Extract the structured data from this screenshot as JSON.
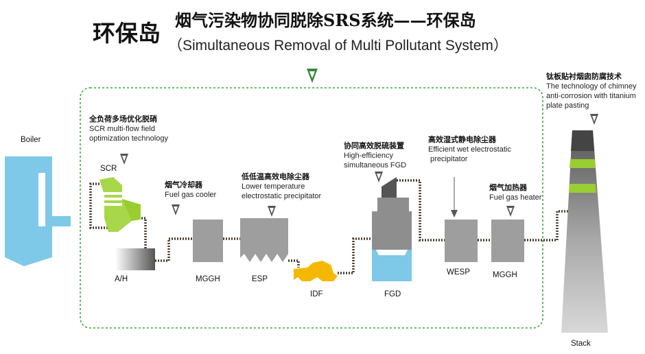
{
  "header": {
    "title_short": "环保岛",
    "title_cn": "烟气污染物协同脱除SRS系统——环保岛",
    "title_en": "（Simultaneous Removal of Multi Pollutant System）"
  },
  "colors": {
    "green_accent": "#9acd32",
    "dashed_border": "#3aa63a",
    "unit_gray": "#9e9e9e",
    "fgd_blue": "#7ec8e8",
    "idf_yellow": "#f5b800",
    "boiler_blue": "#7ec8e8",
    "duct": "#4a3a2a"
  },
  "units": {
    "boiler": "Boiler",
    "scr": "SCR",
    "ah": "A/H",
    "mggh1": "MGGH",
    "esp": "ESP",
    "idf": "IDF",
    "fgd": "FGD",
    "wesp": "WESP",
    "mggh2": "MGGH",
    "stack": "Stack"
  },
  "annotations": {
    "scr": {
      "cn": "全负荷多场优化脱硝",
      "en": [
        "SCR multi-flow field",
        "optimization technology"
      ]
    },
    "cooler": {
      "cn": "烟气冷却器",
      "en": [
        "Fuel gas cooler"
      ]
    },
    "esp": {
      "cn": "低低温高效电除尘器",
      "en": [
        "Lower temperature",
        "electrostatic precipitator"
      ]
    },
    "fgd": {
      "cn": "协同高效脱硫装置",
      "en": [
        "High-efficiency",
        "simultaneous FGD"
      ]
    },
    "wesp": {
      "cn": "高效湿式静电除尘器",
      "en": [
        "Efficient wet electrostatic",
        " precipitator"
      ]
    },
    "heater": {
      "cn": "烟气加热器",
      "en": [
        "Fuel gas heater"
      ]
    },
    "chimney": {
      "cn": "钛板贴衬烟囱防腐技术",
      "en": [
        "The technology of chimney",
        "anti-corrosion with titanium",
        "plate pasting"
      ]
    }
  }
}
